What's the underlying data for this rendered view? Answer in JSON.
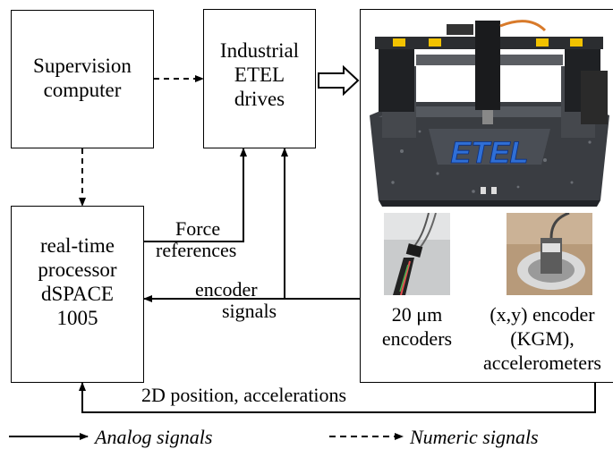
{
  "blocks": {
    "supervision": [
      "Supervision",
      "computer"
    ],
    "drives": [
      "Industrial",
      "ETEL",
      "drives"
    ],
    "processor": [
      "real-time",
      "processor",
      "dSPACE",
      "1005"
    ]
  },
  "machine": {
    "logo": "ETEL",
    "encoder_20um": [
      "20 μm",
      "encoders"
    ],
    "xy_encoder": [
      "(x,y) encoder",
      "(KGM),",
      "accelerometers"
    ]
  },
  "signals": {
    "force": [
      "Force",
      "references"
    ],
    "encoder": [
      "encoder",
      "signals"
    ],
    "position": "2D position, accelerations"
  },
  "legend": {
    "analog": "Analog signals",
    "numeric": "Numeric signals"
  }
}
